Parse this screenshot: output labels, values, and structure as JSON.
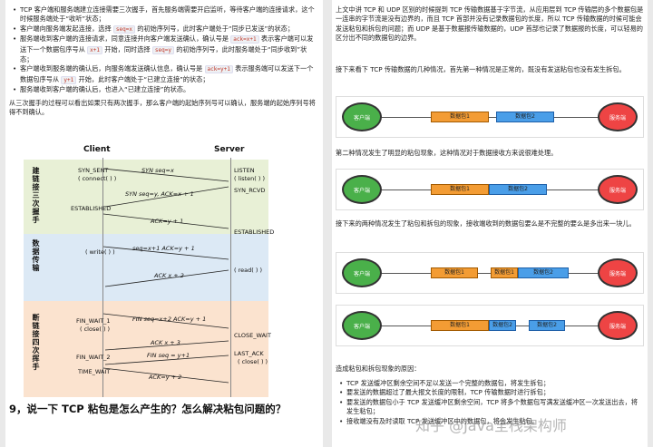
{
  "left": {
    "bullets": [
      {
        "t1": "TCP 客户端和服务端建立连接需要三次握手，首先服务端需要开启监听，等待客户端的连接请",
        "t2": "求，这个时候服务端处于“收听”状态；"
      },
      {
        "t1": "客户端向服务端发起连接，选择 ",
        "code": "seq=x",
        "t2": " 的初始序列号，此时客户端处于“同步已发送”的状态；"
      },
      {
        "t1": "服务端收到客户端的连接请求，同意连接并向客户端发送确认，确认号是 ",
        "code": "ack=x+1",
        "t2": " 表示客户端可以发送下一个数据包序号从 ",
        "code2": "x+1",
        "t3": " 开始，同时选择 ",
        "code3": "seq=y",
        "t4": " 的初始序列号，此时服务端处于“同步收到”状态；"
      },
      {
        "t1": "客户端收到服务端的确认后，向服务端发送确认信息，确认号是 ",
        "code": "ack=y+1",
        "t2": " 表示服务端可以发送下一个数据包序号从 ",
        "code2": "y+1",
        "t3": " 开始，此时客户端处于“已建立连接”的状态；"
      },
      {
        "t1": "服务端收到客户端的确认后，也进入“已建立连接”的状态。"
      }
    ],
    "para": "从三次握手的过程可以看出如果只有两次握手，那么客户端的起始序列号可以确认，服务端的起始序列号将得不到确认。",
    "fig": {
      "client": "Client",
      "server": "Server",
      "band1": "建链接三次握手",
      "band2": "数据传输",
      "band3": "断链接四次挥手",
      "c_states": [
        "SYN_SENT",
        "( connect( ) )",
        "ESTABLISHED",
        "( write( ) )",
        "FIN_WAIT_1",
        "( close( ) )",
        "FIN_WAIT_2",
        "TIME_WAIT"
      ],
      "s_states": [
        "LISTEN",
        "( listen( ) )",
        "SYN_RCVD",
        "ESTABLISHED",
        "( read( ) )",
        "CLOSE_WAIT",
        "LAST_ACK",
        "( close( ) )"
      ],
      "msgs": [
        "SYN seq=x",
        "SYN seq=y, ACK=x + 1",
        "ACK=y + 1",
        "seq=x+1 ACK=y + 1",
        "ACK x + 2",
        "FIN seq=x+2 ACK=y + 1",
        "ACK x + 3",
        "FIN seq = y+1",
        "ACK=y + 2"
      ]
    },
    "heading": "9，说一下 TCP 粘包是怎么产生的？怎么解决粘包问题的？"
  },
  "right": {
    "intro": "上文中讲 TCP 和 UDP 区别的时候提到 TCP 传输数据基于字节流，从应用层到 TCP 传输层的多个数据包是一连串的字节流是没有边界的，而且 TCP 首部并没有记录数据包的长度，所以 TCP 传输数据的时候可能会发送粘包和拆包的问题；而 UDP 是基于数据报传输数据的，UDP 首部也记录了数据报的长度，可以轻易的区分出不同的数据包的边界。",
    "p2": "接下来看下 TCP 传输数据的几种情况，首先第一种情况是正常的，既没有发送粘包也没有发生拆包。",
    "p3": "第二种情况发生了明显的粘包现象，这种情况对于数据接收方来说很难处理。",
    "p4": "接下来的两种情况发生了粘包和拆包的现象，接收端收到的数据包要么是不完整的要么是多出来一块儿。",
    "client": "客户端",
    "server": "服务端",
    "pkt1": "数据包1",
    "pkt2": "数据包2",
    "pkt1b": "数据包1",
    "pkt2b": "数据包2",
    "pkt2c": "数据包1",
    "causes_title": "造成粘包和拆包现象的原因：",
    "causes": [
      "TCP 发送缓冲区剩余空间不足以发送一个完整的数据包，将发生拆包；",
      "要发送的数据超过了最大报文长度的限制，TCP 传输数据时进行拆包；",
      "要发送的数据包小于 TCP 发送缓冲区剩余空间，TCP 将多个数据包写满发送缓冲区一次发送出去，将发生粘包；",
      "接收端没有及时读取 TCP 发送缓冲区中的数据包，将会发生粘包。"
    ],
    "watermark": "知乎 @Java全栈架构师"
  },
  "colors": {
    "orange": "#f39c34",
    "blue": "#4a9ee8",
    "green": "#4ab04a",
    "red": "#e44",
    "band1": "#e8f0d6",
    "band2": "#dce9f5",
    "band3": "#fbe3cf"
  }
}
